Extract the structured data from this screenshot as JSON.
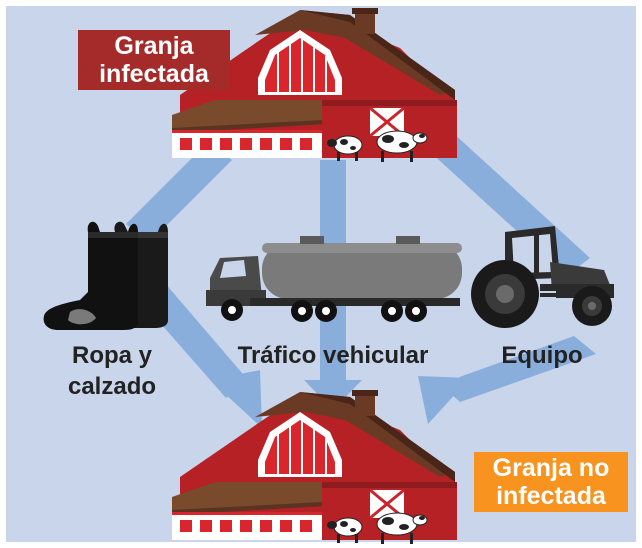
{
  "colors": {
    "background": "#c8d5ea",
    "border": "#ffffff",
    "arrow": "#8aaedc",
    "barn_red": "#c9262c",
    "barn_dark": "#8e1b1f",
    "roof_brown": "#6b3a24",
    "infected_label_bg": "#a52a2a",
    "uninfected_label_bg": "#f7931e",
    "vector_text": "#222222"
  },
  "farms": {
    "infected": {
      "label_line1": "Granja",
      "label_line2": "infectada",
      "icon": "barn-with-cows-icon"
    },
    "uninfected": {
      "label_line1": "Granja no",
      "label_line2": "infectada",
      "icon": "barn-with-cows-icon"
    }
  },
  "vectors": [
    {
      "label_line1": "Ropa y",
      "label_line2": "calzado",
      "icon": "boots-icon"
    },
    {
      "label_line1": "Tráfico vehicular",
      "label_line2": "",
      "icon": "tanker-truck-icon"
    },
    {
      "label_line1": "Equipo",
      "label_line2": "",
      "icon": "tractor-icon"
    }
  ]
}
